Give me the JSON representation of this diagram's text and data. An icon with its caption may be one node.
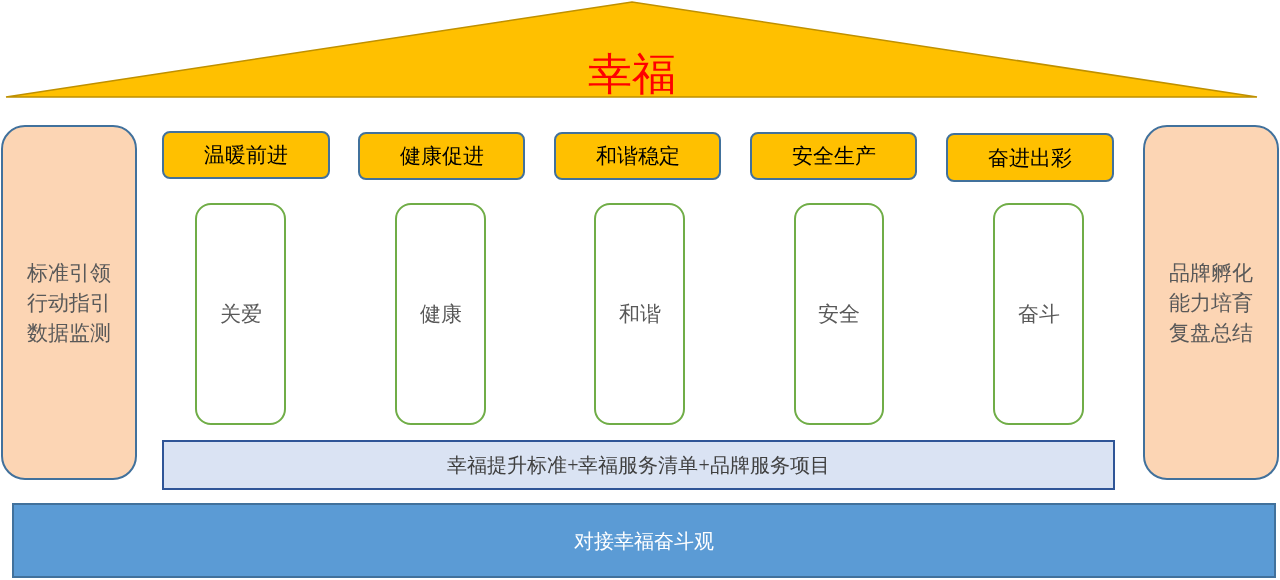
{
  "diagram": {
    "nodes": [
      {
        "text": [
          "幸福"
        ]
      },
      {
        "text": [
          "标准引领",
          "行动指引",
          "数据监测"
        ]
      },
      {
        "text": [
          "温暖前进"
        ]
      },
      {
        "text": [
          "健康促进"
        ]
      },
      {
        "text": [
          "和谐稳定"
        ]
      },
      {
        "text": [
          "安全生产"
        ]
      },
      {
        "text": [
          "奋进出彩"
        ]
      },
      {
        "text": [
          "关爱"
        ]
      },
      {
        "text": [
          "健康"
        ]
      },
      {
        "text": [
          "和谐"
        ]
      },
      {
        "text": [
          "安全"
        ]
      },
      {
        "text": [
          "奋斗"
        ]
      },
      {
        "text": [
          "幸福提升标准+幸福服务清单+品牌服务项目"
        ]
      },
      {
        "text": [
          "品牌孵化",
          "能力培育",
          "复盘总结"
        ]
      },
      {
        "text": [
          "对接幸福奋斗观"
        ]
      }
    ]
  }
}
